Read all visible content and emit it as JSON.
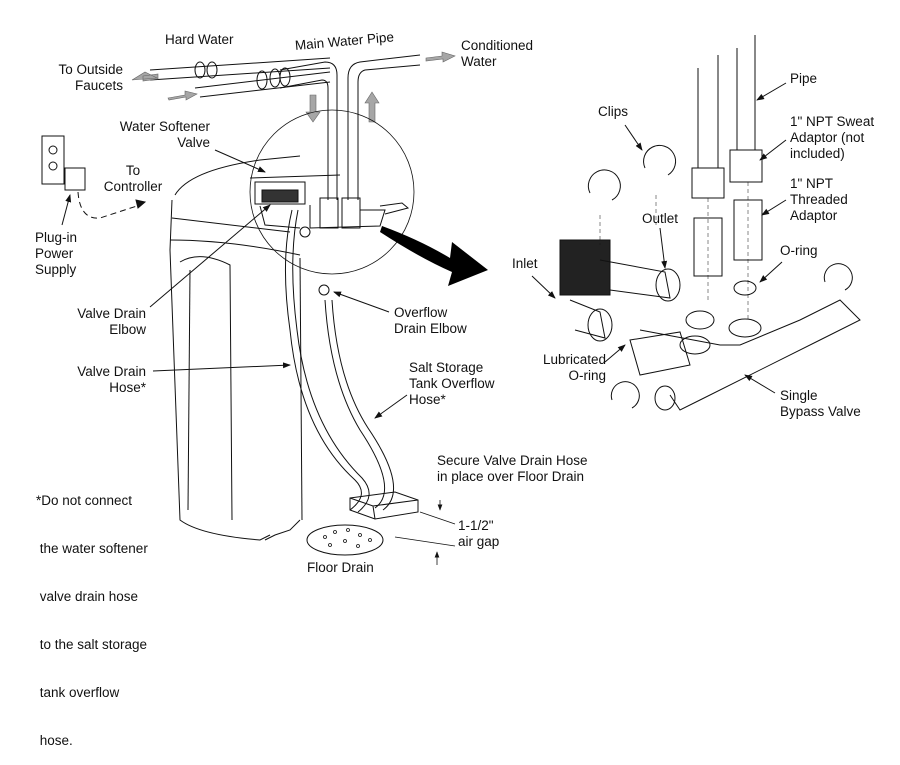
{
  "diagram": {
    "title": "Water Softener Installation",
    "labels": {
      "hard_water": "Hard Water",
      "to_outside_faucets": [
        "To Outside",
        "Faucets"
      ],
      "main_water_pipe": "Main Water Pipe",
      "conditioned_water": [
        "Conditioned",
        "Water"
      ],
      "water_softener_valve": [
        "Water Softener",
        "Valve"
      ],
      "to_controller": [
        "To",
        "Controller"
      ],
      "plug_in_power_supply": [
        "Plug-in",
        "Power",
        "Supply"
      ],
      "valve_drain_elbow": [
        "Valve Drain",
        "Elbow"
      ],
      "overflow_drain_elbow": [
        "Overflow",
        "Drain Elbow"
      ],
      "valve_drain_hose": [
        "Valve Drain",
        "Hose*"
      ],
      "salt_storage_overflow_hose": [
        "Salt Storage",
        "Tank Overflow",
        "Hose*"
      ],
      "secure_drain_hose": [
        "Secure Valve Drain Hose",
        "in place over Floor Drain"
      ],
      "air_gap": [
        "1-1/2\"",
        "air gap"
      ],
      "floor_drain": "Floor Drain",
      "footnote": [
        "*Do not connect",
        " the water softener",
        " valve drain hose",
        " to the salt storage",
        " tank overflow",
        " hose."
      ],
      "pipe": "Pipe",
      "sweat_adaptor": [
        "1\" NPT Sweat",
        "Adaptor (not",
        "included)"
      ],
      "threaded_adaptor": [
        "1\" NPT",
        "Threaded",
        "Adaptor"
      ],
      "clips": "Clips",
      "outlet": "Outlet",
      "inlet": "Inlet",
      "o_ring": "O-ring",
      "lubricated_o_ring": [
        "Lubricated",
        "O-ring"
      ],
      "single_bypass_valve": [
        "Single",
        "Bypass Valve"
      ]
    },
    "colors": {
      "line": "#111111",
      "flow_arrow": "#a6a6a6",
      "big_arrow": "#000000"
    }
  }
}
